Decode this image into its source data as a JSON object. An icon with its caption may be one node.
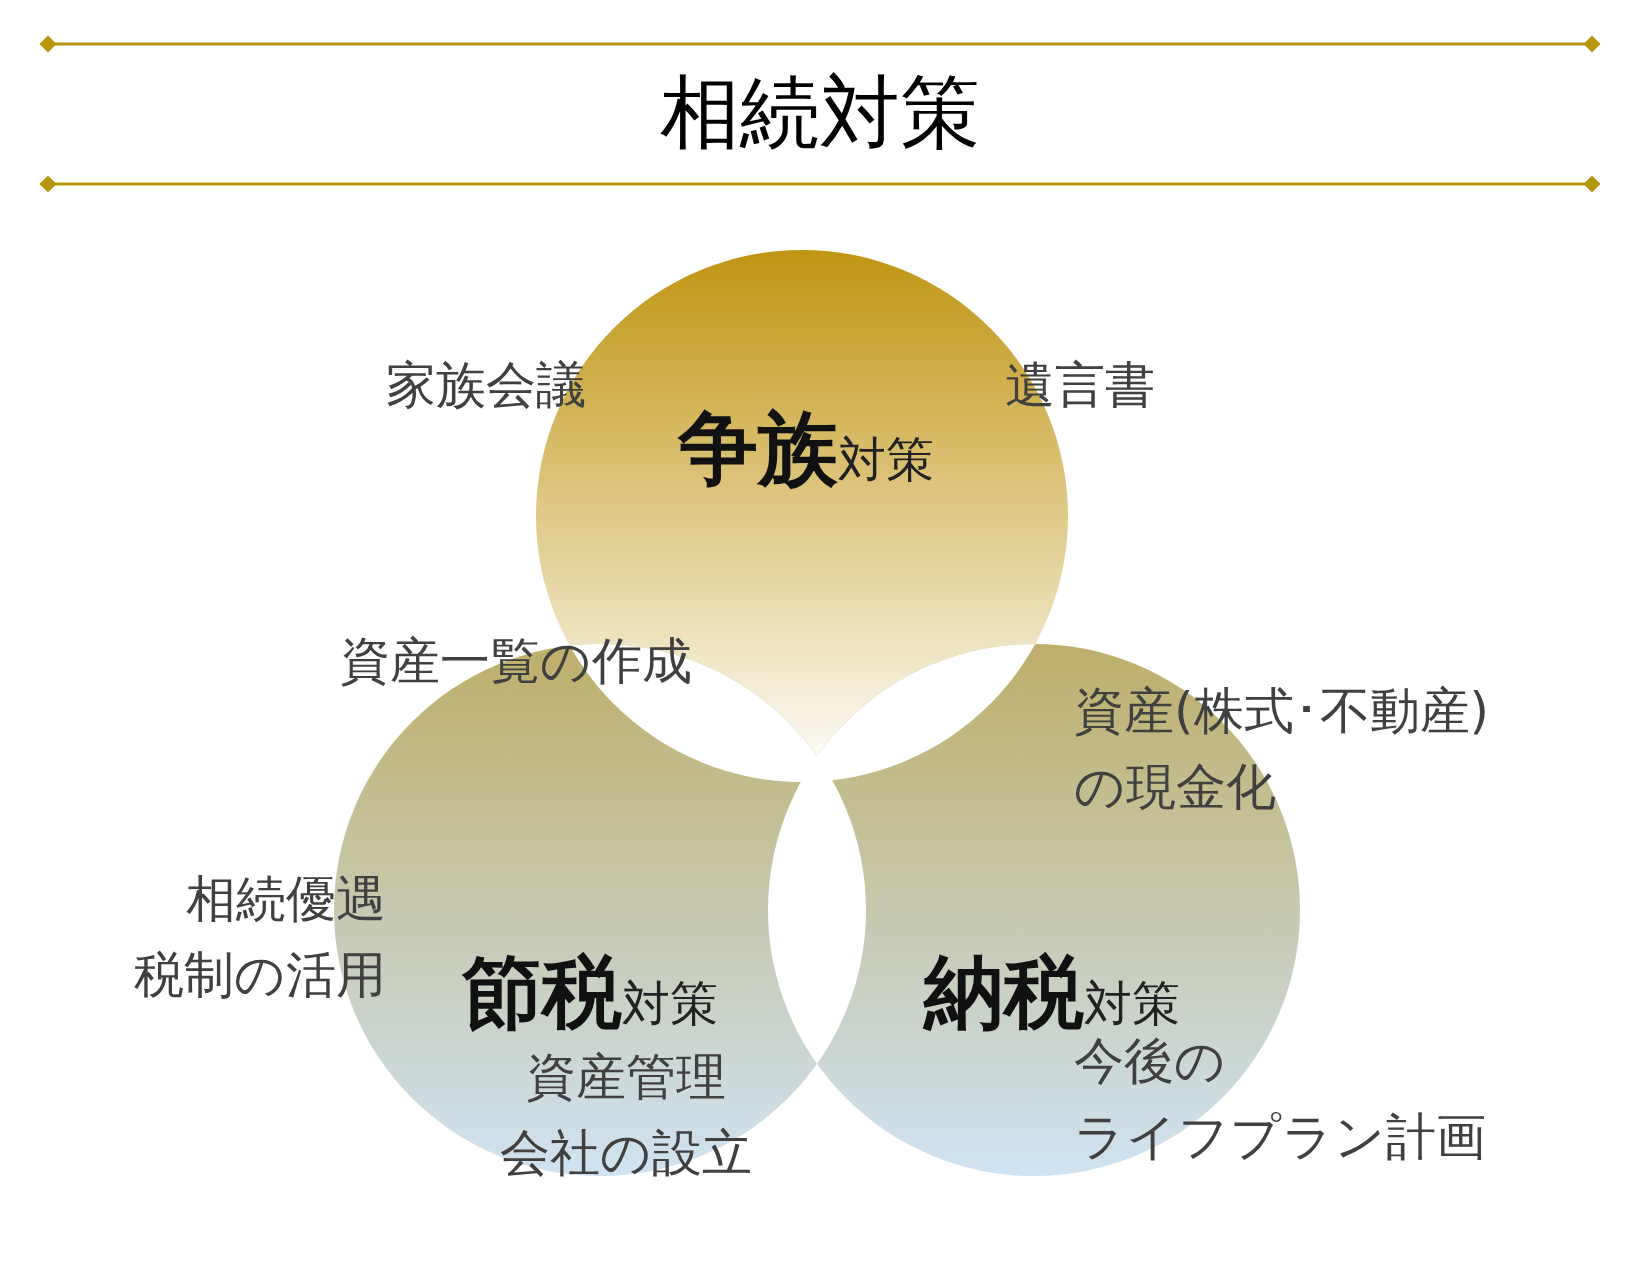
{
  "diagram": {
    "title": "相続対策",
    "nodes": [
      {
        "text": [
          "**争族**対策"
        ]
      },
      {
        "text": [
          "**節税**対策"
        ]
      },
      {
        "text": [
          "**納税**対策"
        ]
      }
    ],
    "edges": [],
    "labels": [
      "家族会議",
      "遺言書",
      "資産一覧の作成",
      "資産(株式･不動産)の現金化",
      "相続優遇税制の活用",
      "資産管理会社の設立",
      "今後のライフプラン計画"
    ]
  }
}
